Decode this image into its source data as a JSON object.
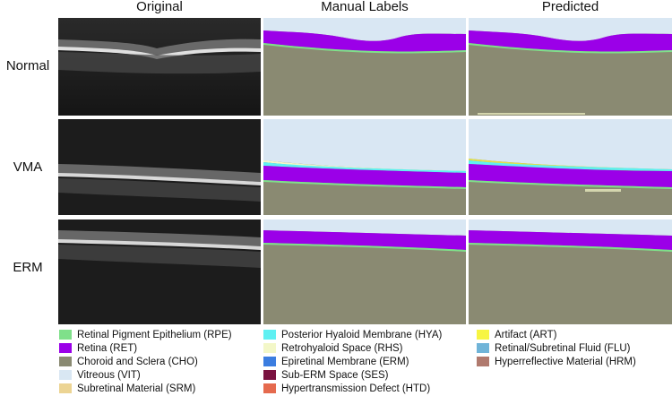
{
  "columns": [
    "Original",
    "Manual Labels",
    "Predicted"
  ],
  "rows": [
    "Normal",
    "VMA",
    "ERM"
  ],
  "legend": [
    {
      "label": "Retinal Pigment Epithelium (RPE)",
      "color": "#7fe08a"
    },
    {
      "label": "Retina (RET)",
      "color": "#9b00e8"
    },
    {
      "label": "Choroid and Sclera (CHO)",
      "color": "#8a8a72"
    },
    {
      "label": "Vitreous (VIT)",
      "color": "#d9e7f3"
    },
    {
      "label": "Subretinal Material (SRM)",
      "color": "#ecd493"
    },
    {
      "label": "Posterior Hyaloid Membrane (HYA)",
      "color": "#5ff0f2"
    },
    {
      "label": "Retrohyaloid Space (RHS)",
      "color": "#f3f7c8"
    },
    {
      "label": "Epiretinal Membrane (ERM)",
      "color": "#3b7de0"
    },
    {
      "label": "Sub-ERM Space (SES)",
      "color": "#7a1240"
    },
    {
      "label": "Hypertransmission Defect (HTD)",
      "color": "#e56a4e"
    },
    {
      "label": "Artifact (ART)",
      "color": "#f7f542"
    },
    {
      "label": "Retinal/Subretinal Fluid (FLU)",
      "color": "#70b4d8"
    },
    {
      "label": "Hyperreflective Material (HRM)",
      "color": "#b07a6e"
    }
  ]
}
